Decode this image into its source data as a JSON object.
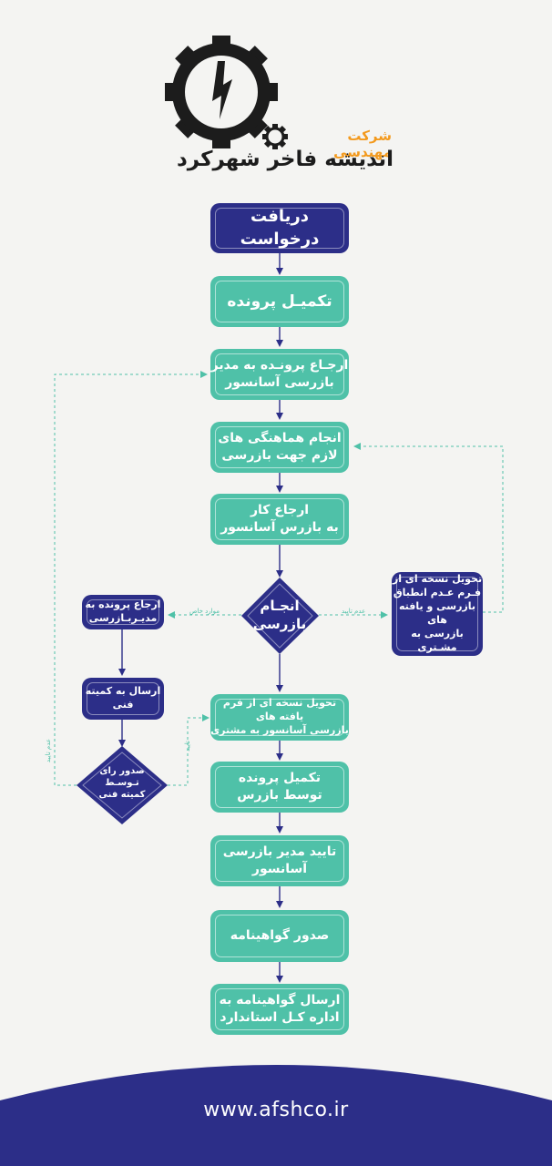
{
  "brand": {
    "subtitle": "شرکت مهندسی",
    "name": "اندیشه فاخر شهرکرد"
  },
  "flow": {
    "receive_request": "دریافت درخواست",
    "complete_file": "تکمیـل پرونده",
    "refer_to_manager": "ارجـاع پرونـده به مدیر\nبازرسی آسانسور",
    "coordination": "انجام هماهنگی های\nلازم جهت بازرسی",
    "refer_work": "ارجاع کار\nبه بازرس آسانسور",
    "inspection": "انجـام\nبازرسی",
    "deliver_nonconformity": "تحویل نسخه ای از\nفـرم عـدم انطباق\nبازرسی و یافته های\nبازرسی به مشـتری",
    "refer_special": "ارجاع پرونده به\nمدیـربـازرسی",
    "send_committee": "ارسال به کمیته فنی",
    "committee_decision": "صدور رای\nتـوسـط\nکمیته فنی",
    "deliver_findings": "تحویل نسخه ای از فرم یافته های\nبازرسی آسانسور به مشتری",
    "complete_by_inspector": "تکمیل پرونده\nتوسط بازرس",
    "manager_approval": "تایید مدیر بازرسی\nآسانسور",
    "issue_certificate": "صدور گواهینامه",
    "send_certificate": "ارسال گواهینامه به\nاداره کـل استاندارد"
  },
  "edge_labels": {
    "special_cases": "موارد خاص",
    "not_approved_right": "عدم تایید",
    "not_approved_left": "عدم تایید",
    "approved": "تایید"
  },
  "footer": {
    "url": "www.afshco.ir"
  },
  "colors": {
    "teal": "#4fc1a8",
    "navy": "#2c2e88",
    "orange": "#f39a1e",
    "dark": "#1c1c1c"
  }
}
